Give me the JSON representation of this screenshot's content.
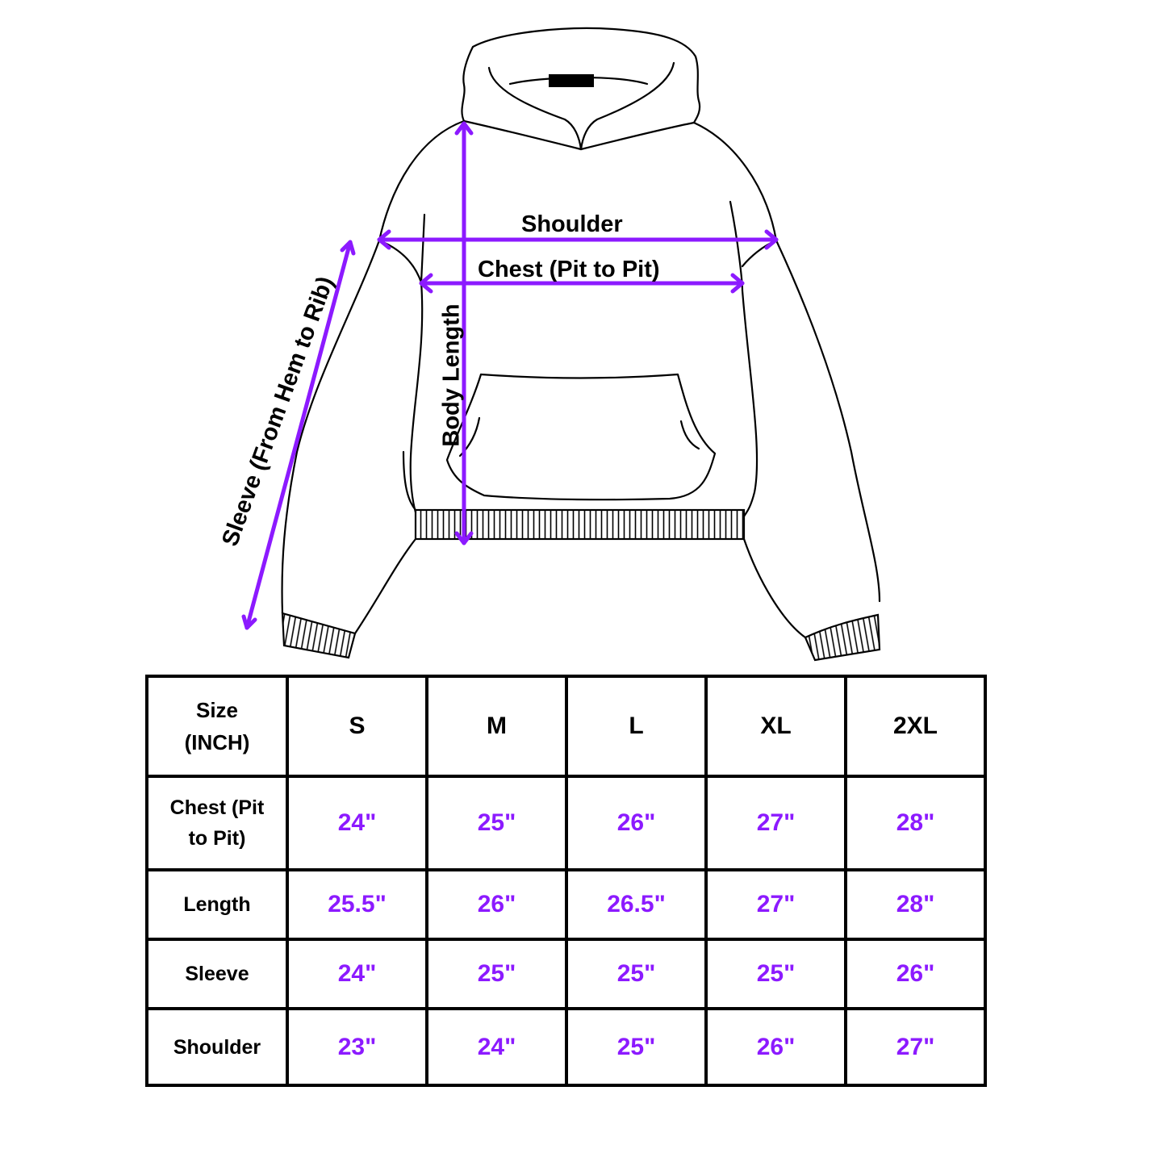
{
  "colors": {
    "accent": "#8c1aff",
    "outline": "#000000",
    "background": "#ffffff"
  },
  "illustration": {
    "subject": "hoodie-line-drawing",
    "labels": {
      "shoulder": "Shoulder",
      "chest": "Chest (Pit to Pit)",
      "body_length": "Body Length",
      "sleeve": "Sleeve (From Hem to Rib)"
    }
  },
  "table": {
    "corner_label": "Size (INCH)",
    "corner_line1": "Size",
    "corner_line2": "(INCH)",
    "sizes": [
      "S",
      "M",
      "L",
      "XL",
      "2XL"
    ],
    "rows": [
      {
        "label": "Chest (Pit to Pit)",
        "label_line1": "Chest (Pit",
        "label_line2": "to Pit)",
        "values": [
          "24\"",
          "25\"",
          "26\"",
          "27\"",
          "28\""
        ]
      },
      {
        "label": "Length",
        "values": [
          "25.5\"",
          "26\"",
          "26.5\"",
          "27\"",
          "28\""
        ]
      },
      {
        "label": "Sleeve",
        "values": [
          "24\"",
          "25\"",
          "25\"",
          "25\"",
          "26\""
        ]
      },
      {
        "label": "Shoulder",
        "values": [
          "23\"",
          "24\"",
          "25\"",
          "26\"",
          "27\""
        ]
      }
    ]
  },
  "chart_data": {
    "type": "table",
    "title": "Size (INCH)",
    "categories": [
      "S",
      "M",
      "L",
      "XL",
      "2XL"
    ],
    "series": [
      {
        "name": "Chest (Pit to Pit)",
        "values": [
          24,
          25,
          26,
          27,
          28
        ]
      },
      {
        "name": "Length",
        "values": [
          25.5,
          26,
          26.5,
          27,
          28
        ]
      },
      {
        "name": "Sleeve",
        "values": [
          24,
          25,
          25,
          25,
          26
        ]
      },
      {
        "name": "Shoulder",
        "values": [
          23,
          24,
          25,
          26,
          27
        ]
      }
    ],
    "unit": "inch"
  }
}
